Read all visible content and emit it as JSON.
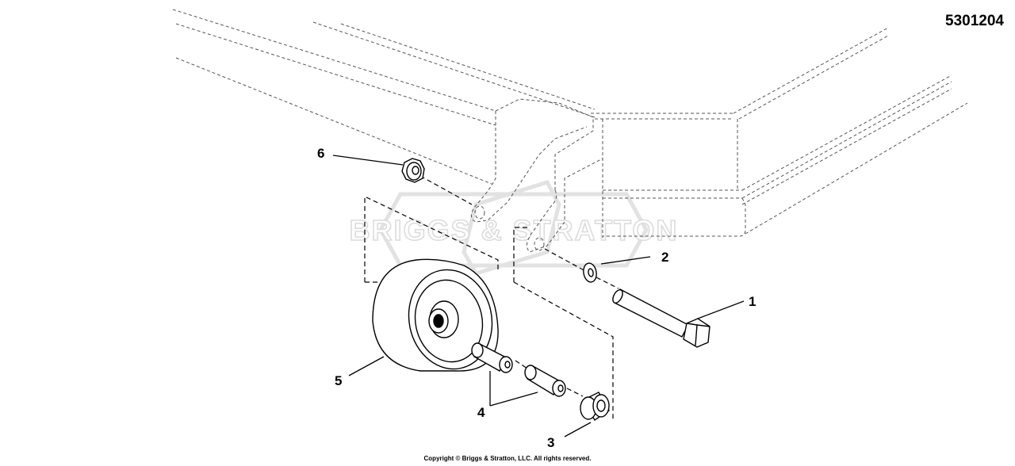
{
  "diagram": {
    "part_number": "5301204",
    "watermark": "BRIGGS & STRATTON",
    "copyright": "Copyright © Briggs & Stratton, LLC. All rights reserved.",
    "callouts": [
      {
        "id": "callout-1",
        "label": "1"
      },
      {
        "id": "callout-2",
        "label": "2"
      },
      {
        "id": "callout-3",
        "label": "3"
      },
      {
        "id": "callout-4",
        "label": "4"
      },
      {
        "id": "callout-5",
        "label": "5"
      },
      {
        "id": "callout-6",
        "label": "6"
      }
    ]
  },
  "colors": {
    "line": "#000000",
    "phantom": "#555555",
    "watermark": "#dcdcdc",
    "background": "#ffffff"
  }
}
